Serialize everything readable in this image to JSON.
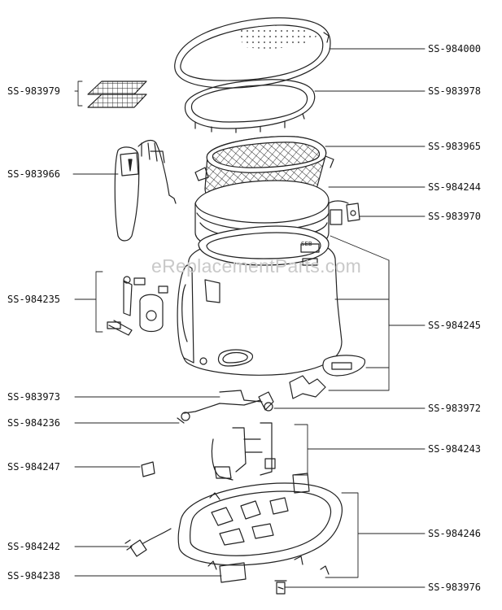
{
  "diagram": {
    "watermark": "eReplacementParts.com",
    "left_labels": [
      {
        "id": "ss-983979",
        "text": "SS-983979"
      },
      {
        "id": "ss-983966",
        "text": "SS-983966"
      },
      {
        "id": "ss-984235",
        "text": "SS-984235"
      },
      {
        "id": "ss-983973",
        "text": "SS-983973"
      },
      {
        "id": "ss-984236",
        "text": "SS-984236"
      },
      {
        "id": "ss-984247",
        "text": "SS-984247"
      },
      {
        "id": "ss-984242",
        "text": "SS-984242"
      },
      {
        "id": "ss-984238",
        "text": "SS-984238"
      }
    ],
    "right_labels": [
      {
        "id": "ss-984000",
        "text": "SS-984000"
      },
      {
        "id": "ss-983978",
        "text": "SS-983978"
      },
      {
        "id": "ss-983965",
        "text": "SS-983965"
      },
      {
        "id": "ss-984244",
        "text": "SS-984244"
      },
      {
        "id": "ss-983970",
        "text": "SS-983970"
      },
      {
        "id": "ss-984245",
        "text": "SS-984245"
      },
      {
        "id": "ss-983972",
        "text": "SS-983972"
      },
      {
        "id": "ss-984243",
        "text": "SS-984243"
      },
      {
        "id": "ss-984246",
        "text": "SS-984246"
      },
      {
        "id": "ss-983976",
        "text": "SS-983976"
      }
    ],
    "device_badge": "SEB"
  }
}
